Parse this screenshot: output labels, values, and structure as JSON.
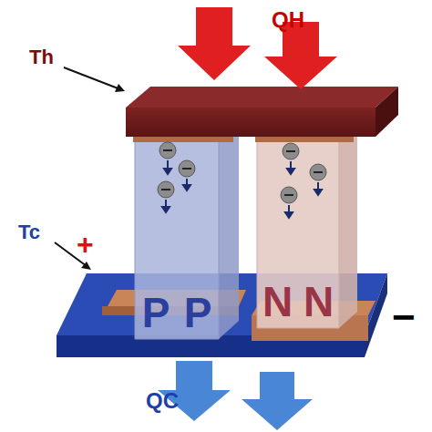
{
  "diagram": {
    "nodes": [
      {
        "text": [
          "P",
          "P"
        ]
      },
      {
        "text": [
          "N",
          "N"
        ]
      }
    ],
    "labels": [
      "QH",
      "Th",
      "Tc",
      "+",
      "−",
      "QC"
    ]
  }
}
